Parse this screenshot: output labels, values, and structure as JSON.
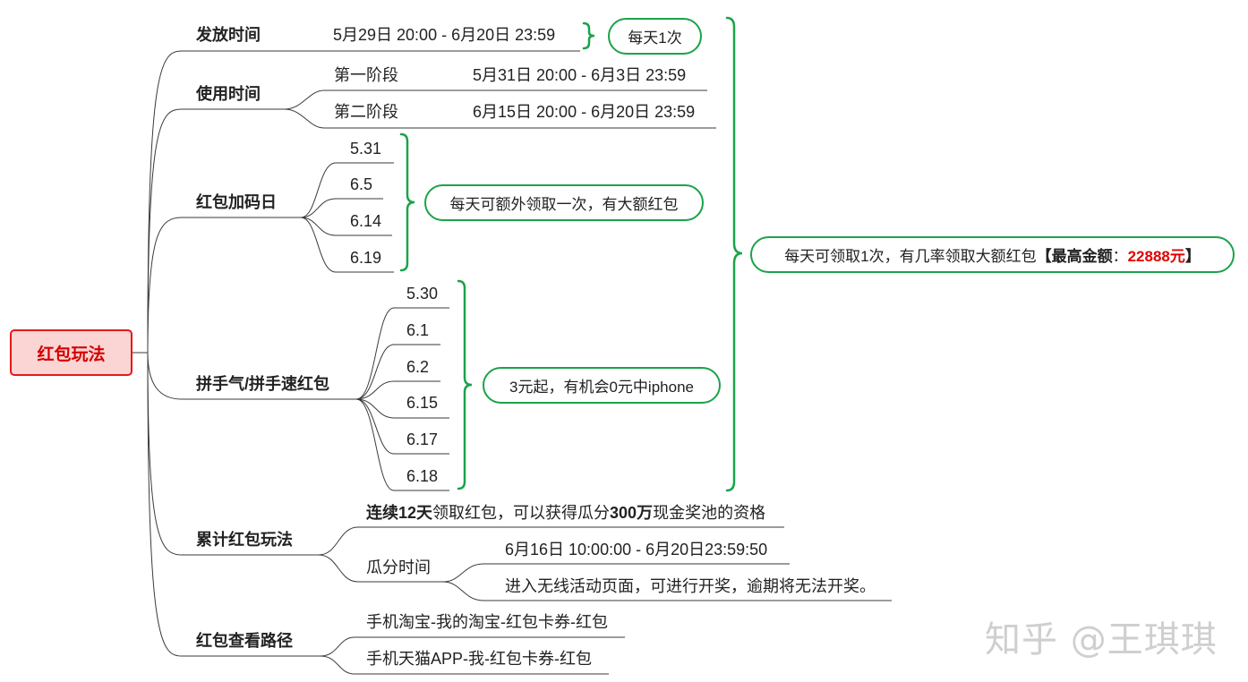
{
  "root": "红包玩法",
  "branches": {
    "release": {
      "label": "发放时间",
      "value": "5月29日 20:00 - 6月20日 23:59",
      "note": "每天1次"
    },
    "use": {
      "label": "使用时间",
      "stages": [
        {
          "name": "第一阶段",
          "range": "5月31日 20:00 - 6月3日 23:59"
        },
        {
          "name": "第二阶段",
          "range": "6月15日 20:00 - 6月20日 23:59"
        }
      ]
    },
    "bonus_day": {
      "label": "红包加码日",
      "dates": [
        "5.31",
        "6.5",
        "6.14",
        "6.19"
      ],
      "note": "每天可额外领取一次，有大额红包"
    },
    "group": {
      "label": "拼手气/拼手速红包",
      "dates": [
        "5.30",
        "6.1",
        "6.2",
        "6.15",
        "6.17",
        "6.18"
      ],
      "note": "3元起，有机会0元中iphone"
    },
    "cumulative": {
      "label": "累计红包玩法",
      "line1": {
        "bold_a": "连续12天",
        "text_a": "领取红包，可以获得瓜分",
        "bold_b": "300万",
        "text_b": "现金奖池的资格"
      },
      "split": {
        "label": "瓜分时间",
        "time": "6月16日 10:00:00 - 6月20日23:59:50",
        "desc": "进入无线活动页面，可进行开奖，逾期将无法开奖。"
      }
    },
    "path": {
      "label": "红包查看路径",
      "items": [
        "手机淘宝-我的淘宝-红包卡券-红包",
        "手机天猫APP-我-红包卡券-红包"
      ]
    }
  },
  "summary": {
    "prefix": "每天可领取1次，有几率领取大额红包",
    "bracket_open": "【",
    "label": "最高金额",
    "colon": "：",
    "amount": "22888元",
    "bracket_close": "】"
  },
  "watermark": "知乎 @王琪琪",
  "colors": {
    "accent_green": "#1aa34a",
    "root_border": "#e01b1b",
    "root_fill": "#fbd4d4",
    "highlight_red": "#e00000"
  }
}
